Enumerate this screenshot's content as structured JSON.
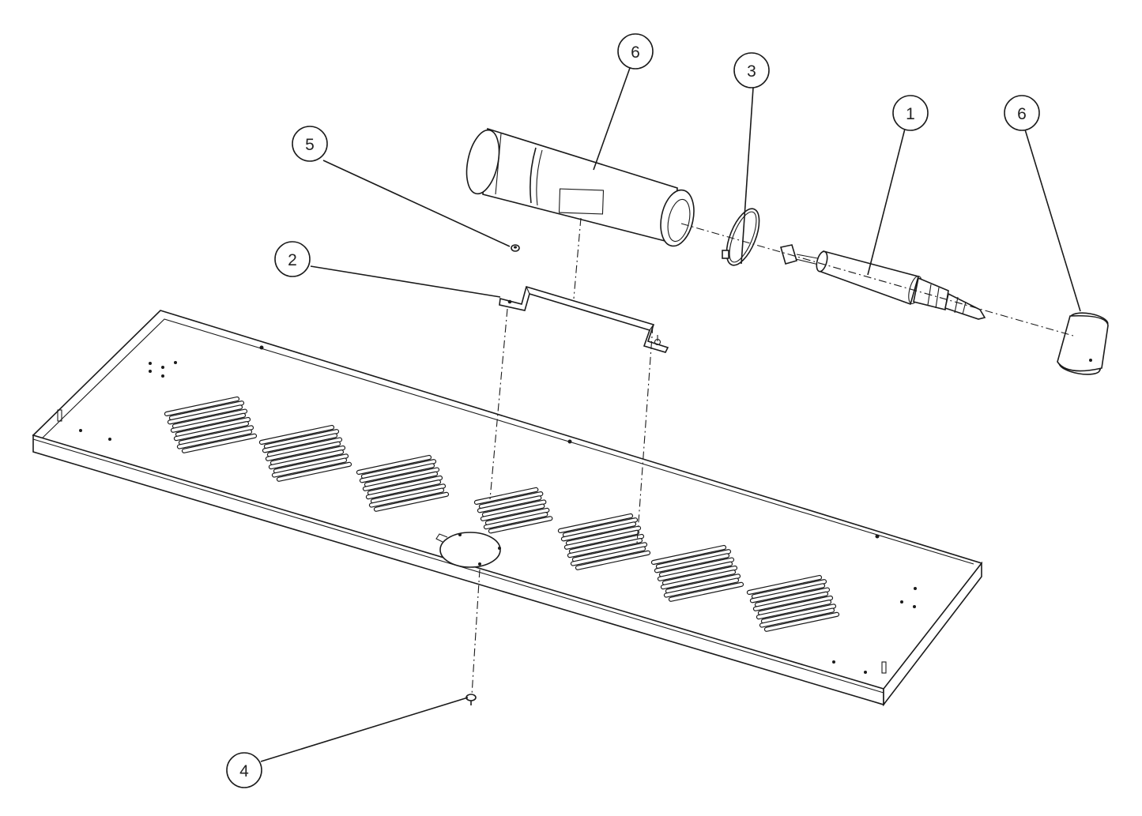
{
  "callouts": [
    {
      "label": "6",
      "part": "tube-housing"
    },
    {
      "label": "3",
      "part": "clamp-ring"
    },
    {
      "label": "1",
      "part": "heating-element"
    },
    {
      "label": "6",
      "part": "end-cap"
    },
    {
      "label": "5",
      "part": "nut"
    },
    {
      "label": "2",
      "part": "mounting-bracket"
    },
    {
      "label": "4",
      "part": "screw"
    }
  ],
  "colors": {
    "line": "#1a1a1a",
    "background": "#ffffff"
  }
}
